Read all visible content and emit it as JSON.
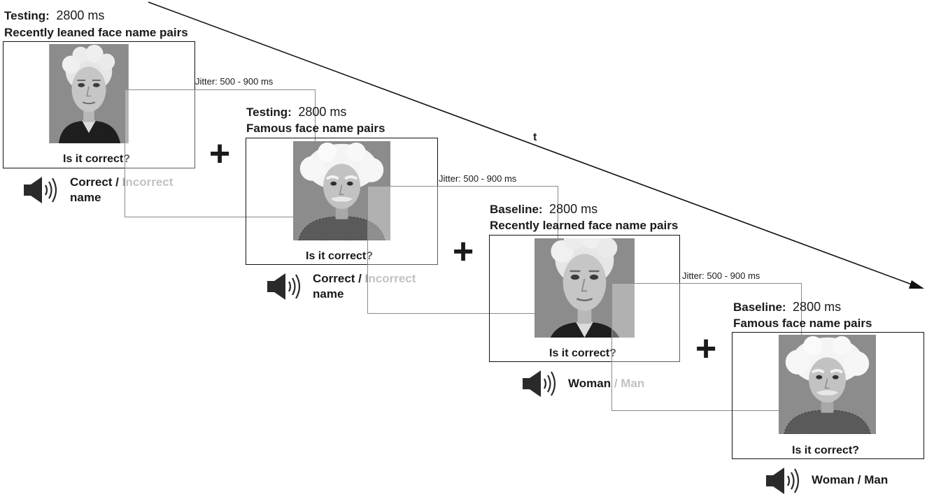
{
  "timeline": {
    "axis_label": "t"
  },
  "panels": [
    {
      "phase_label": "Testing:",
      "duration": "2800 ms",
      "subtitle": "Recently leaned face name pairs",
      "jitter": "Jitter: 500 - 900 ms",
      "question": "Is it correct?",
      "answer_primary": "Correct /",
      "answer_secondary": "Incorrect",
      "answer_tail": "name",
      "face": "elderly-woman-face"
    },
    {
      "phase_label": "Testing:",
      "duration": "2800 ms",
      "subtitle": "Famous face name pairs",
      "jitter": "Jitter: 500 - 900 ms",
      "question": "Is it correct?",
      "answer_primary": "Correct /",
      "answer_secondary": "Incorrect",
      "answer_tail": "name",
      "face": "famous-man-face"
    },
    {
      "phase_label": "Baseline:",
      "duration": "2800 ms",
      "subtitle": "Recently learned face name pairs",
      "jitter": "Jitter: 500 - 900 ms",
      "question": "Is it correct?",
      "answer_primary": "Woman",
      "answer_secondary": "/ Man",
      "face": "elderly-woman-face"
    },
    {
      "phase_label": "Baseline:",
      "duration": "2800 ms",
      "subtitle": "Famous face name pairs",
      "question": "Is it correct?",
      "answer_primary": "Woman / Man",
      "face": "famous-man-face"
    }
  ],
  "fixation": {
    "symbol": "+"
  },
  "icons": {
    "audio": "speaker-icon"
  },
  "colors": {
    "text": "#1a1a1a",
    "faded": "#a6a6a6",
    "photo_bg": "#8c8c8c",
    "line": "#8a8a8a"
  }
}
